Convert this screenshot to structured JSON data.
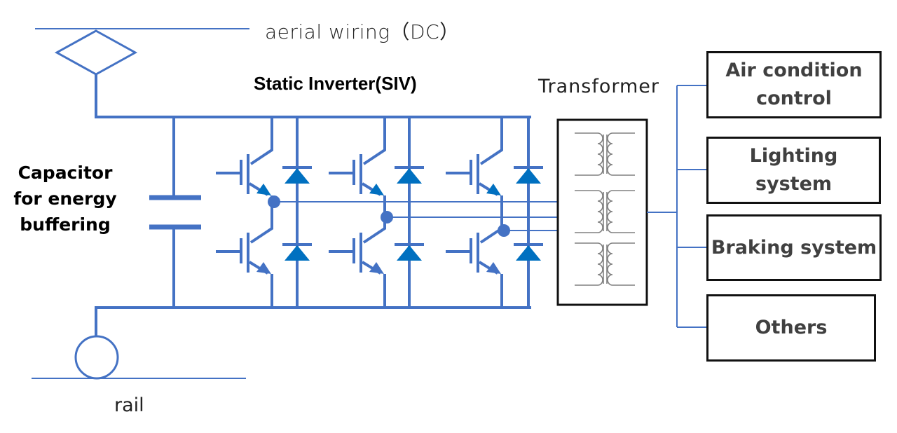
{
  "labels": {
    "aerial_wiring": "aerial wiring（DC）",
    "static_inverter": "Static Inverter(SIV)",
    "transformer": "Transformer",
    "capacitor": "Capacitor for energy buffering",
    "rail": "rail"
  },
  "loads": [
    {
      "label": "Air condition control"
    },
    {
      "label": "Lighting system"
    },
    {
      "label": "Braking system"
    },
    {
      "label": "Others"
    }
  ],
  "colors": {
    "wire": "#4472c4",
    "diode": "#0070c0",
    "coil": "#808080",
    "box_border": "#111111",
    "load_text": "#404040"
  },
  "inverter_legs": 3
}
